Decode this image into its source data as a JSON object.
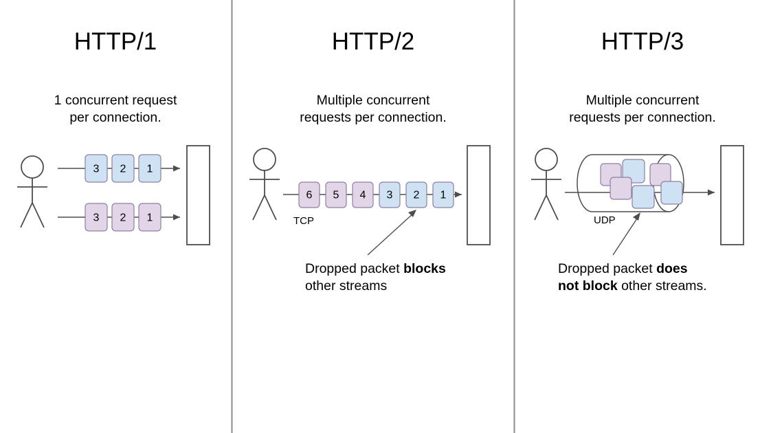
{
  "diagram": {
    "background": "#ffffff",
    "colors": {
      "packet_blue": "#cfe2f3",
      "packet_purple": "#e1d5e7",
      "packet_stroke": "#8d7fa3",
      "line": "#4d4d4d",
      "divider": "#8c8c8c",
      "text": "#000000"
    }
  },
  "panels": [
    {
      "id": "http1",
      "title": "HTTP/1",
      "caption_lines": [
        "1 concurrent request",
        "per connection."
      ],
      "transport_label": "",
      "streams": [
        {
          "color": "blue",
          "packets": [
            "3",
            "2",
            "1"
          ]
        },
        {
          "color": "purple",
          "packets": [
            "3",
            "2",
            "1"
          ]
        }
      ],
      "annotation": {
        "lines": []
      }
    },
    {
      "id": "http2",
      "title": "HTTP/2",
      "caption_lines": [
        "Multiple concurrent",
        "requests per connection."
      ],
      "transport_label": "TCP",
      "streams": [
        {
          "color": "mixed",
          "packets": [
            "6",
            "5",
            "4",
            "3",
            "2",
            "1"
          ],
          "packet_colors": [
            "purple",
            "purple",
            "purple",
            "blue",
            "blue",
            "blue"
          ]
        }
      ],
      "annotation": {
        "lines": [
          [
            {
              "text": "Dropped packet ",
              "bold": false
            },
            {
              "text": "blocks",
              "bold": true
            }
          ],
          [
            {
              "text": "other streams",
              "bold": false
            }
          ]
        ],
        "points_at_packet": "2"
      }
    },
    {
      "id": "http3",
      "title": "HTTP/3",
      "caption_lines": [
        "Multiple concurrent",
        "requests per connection."
      ],
      "transport_label": "UDP",
      "cylinder_packets": [
        {
          "color": "purple"
        },
        {
          "color": "blue"
        },
        {
          "color": "purple"
        },
        {
          "color": "purple"
        },
        {
          "color": "blue"
        },
        {
          "color": "blue"
        }
      ],
      "annotation": {
        "lines": [
          [
            {
              "text": "Dropped packet ",
              "bold": false
            },
            {
              "text": "does",
              "bold": true
            }
          ],
          [
            {
              "text": "not block",
              "bold": true
            },
            {
              "text": " other streams.",
              "bold": false
            }
          ]
        ]
      }
    }
  ]
}
